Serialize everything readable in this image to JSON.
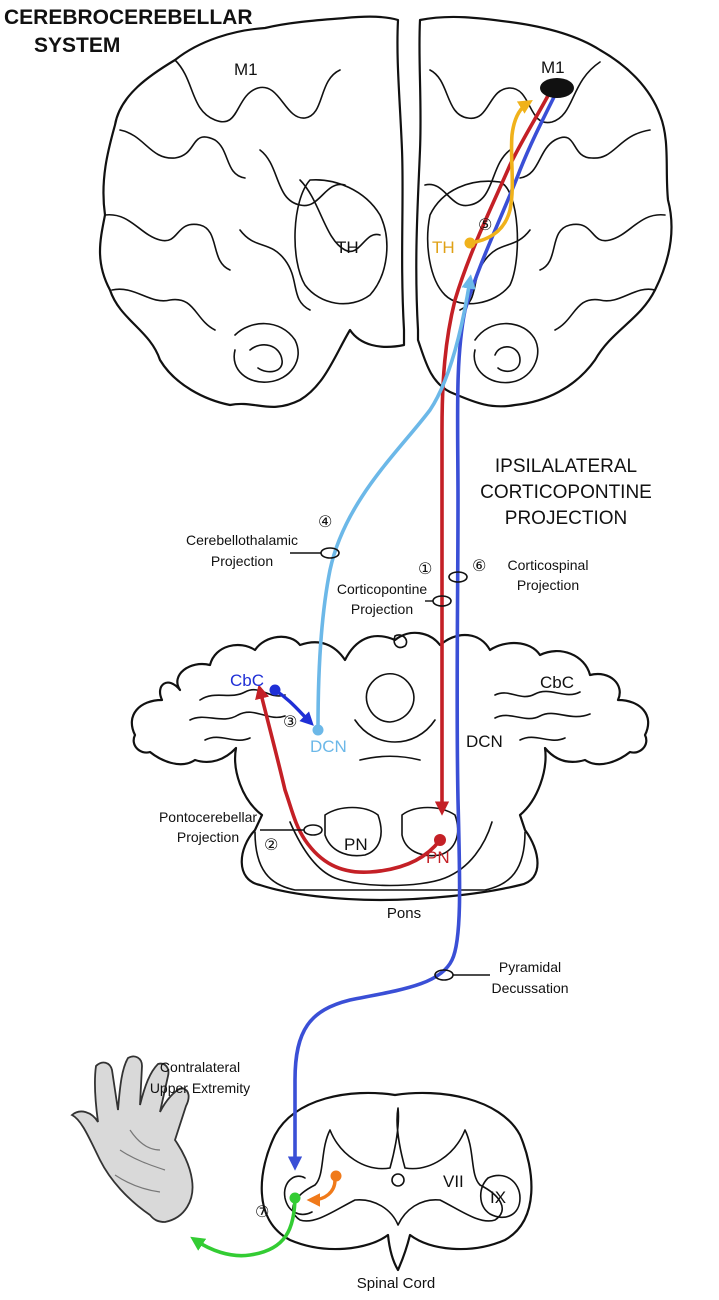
{
  "title": {
    "line1": "CEREBROCEREBELLAR",
    "line2": "SYSTEM"
  },
  "header": {
    "line1": "IPSILALATERAL",
    "line2": "CORTICOPONTINE",
    "line3": "PROJECTION"
  },
  "structures": {
    "m1_left": "M1",
    "m1_right": "M1",
    "th_left": "TH",
    "th_right": "TH",
    "cbc_left": "CbC",
    "cbc_right": "CbC",
    "dcn_left": "DCN",
    "dcn_right": "DCN",
    "pn_left": "PN",
    "pn_right": "PN",
    "vii": "VII",
    "ix": "IX"
  },
  "regions": {
    "pons": "Pons",
    "spinal_cord": "Spinal Cord"
  },
  "projections": {
    "cerebellothalamic": {
      "number": "④",
      "line1": "Cerebellothalamic",
      "line2": "Projection"
    },
    "corticopontine": {
      "number": "①",
      "line1": "Corticopontine",
      "line2": "Projection"
    },
    "corticospinal": {
      "number": "⑥",
      "line1": "Corticospinal",
      "line2": "Projection"
    },
    "pontocerebellar": {
      "number": "②",
      "line1": "Pontocerebellar",
      "line2": "Projection"
    },
    "pyramidal": {
      "line1": "Pyramidal",
      "line2": "Decussation"
    },
    "limb": {
      "line1": "Contralateral",
      "line2": "Upper Extremity"
    }
  },
  "step_numbers": {
    "three": "③",
    "five": "⑤",
    "seven": "⑦"
  },
  "colors": {
    "corticopontine": "#c42026",
    "corticospinal": "#3a4fd6",
    "cerebellothalamic": "#6cb8e8",
    "thalamocortical": "#f0b21b",
    "cbc_to_dcn": "#1f2fd6",
    "motor_output": "#33cc33",
    "interneuron": "#f07a1a",
    "outline": "#111111"
  }
}
